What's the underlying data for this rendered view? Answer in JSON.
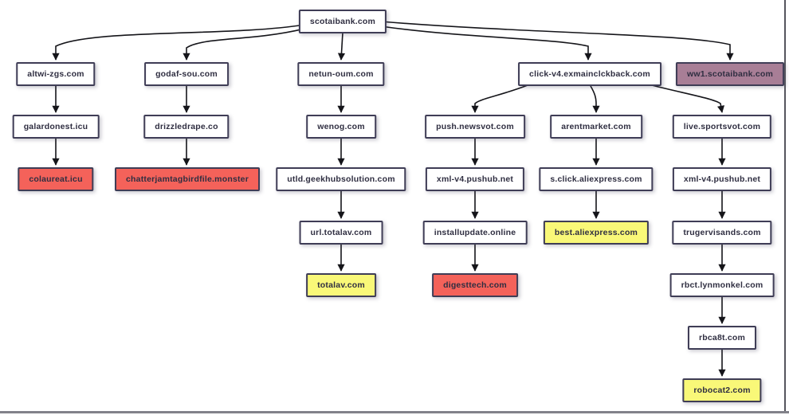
{
  "diagram": {
    "description": "Domain redirect chain tree",
    "root_label": "scotaibank.com"
  },
  "colors": {
    "white": "#ffffff",
    "red": "#f4625a",
    "yellow": "#f9f878",
    "purple": "#a87e96",
    "node_border": "#3f3d56",
    "node_text": "#2f2e41",
    "arrow": "#15151a"
  },
  "nodes": [
    {
      "label": "scotaibank.com",
      "type": "white"
    },
    {
      "label": "altwi-zgs.com",
      "type": "white"
    },
    {
      "label": "galardonest.icu",
      "type": "white"
    },
    {
      "label": "colaureat.icu",
      "type": "red"
    },
    {
      "label": "godaf-sou.com",
      "type": "white"
    },
    {
      "label": "drizzledrape.co",
      "type": "white"
    },
    {
      "label": "chatterjamtagbirdfile.monster",
      "type": "red"
    },
    {
      "label": "netun-oum.com",
      "type": "white"
    },
    {
      "label": "wenog.com",
      "type": "white"
    },
    {
      "label": "utld.geekhubsolution.com",
      "type": "white"
    },
    {
      "label": "url.totalav.com",
      "type": "white"
    },
    {
      "label": "totalav.com",
      "type": "yellow"
    },
    {
      "label": "click-v4.exmainclckback.com",
      "type": "white"
    },
    {
      "label": "push.newsvot.com",
      "type": "white"
    },
    {
      "label": "xml-v4.pushub.net",
      "type": "white"
    },
    {
      "label": "installupdate.online",
      "type": "white"
    },
    {
      "label": "digesttech.com",
      "type": "red"
    },
    {
      "label": "arentmarket.com",
      "type": "white"
    },
    {
      "label": "s.click.aliexpress.com",
      "type": "white"
    },
    {
      "label": "best.aliexpress.com",
      "type": "yellow"
    },
    {
      "label": "live.sportsvot.com",
      "type": "white"
    },
    {
      "label": "xml-v4.pushub.net",
      "type": "white"
    },
    {
      "label": "trugervisands.com",
      "type": "white"
    },
    {
      "label": "rbct.lynmonkel.com",
      "type": "white"
    },
    {
      "label": "rbca8t.com",
      "type": "white"
    },
    {
      "label": "robocat2.com",
      "type": "yellow"
    },
    {
      "label": "ww1.scotaibank.com",
      "type": "purple"
    }
  ],
  "edges": [
    [
      0,
      1
    ],
    [
      0,
      4
    ],
    [
      0,
      7
    ],
    [
      0,
      12
    ],
    [
      0,
      26
    ],
    [
      1,
      2
    ],
    [
      2,
      3
    ],
    [
      4,
      5
    ],
    [
      5,
      6
    ],
    [
      7,
      8
    ],
    [
      8,
      9
    ],
    [
      9,
      10
    ],
    [
      10,
      11
    ],
    [
      12,
      13
    ],
    [
      12,
      17
    ],
    [
      12,
      20
    ],
    [
      13,
      14
    ],
    [
      14,
      15
    ],
    [
      15,
      16
    ],
    [
      17,
      18
    ],
    [
      18,
      19
    ],
    [
      20,
      21
    ],
    [
      21,
      22
    ],
    [
      22,
      23
    ],
    [
      23,
      24
    ],
    [
      24,
      25
    ]
  ]
}
